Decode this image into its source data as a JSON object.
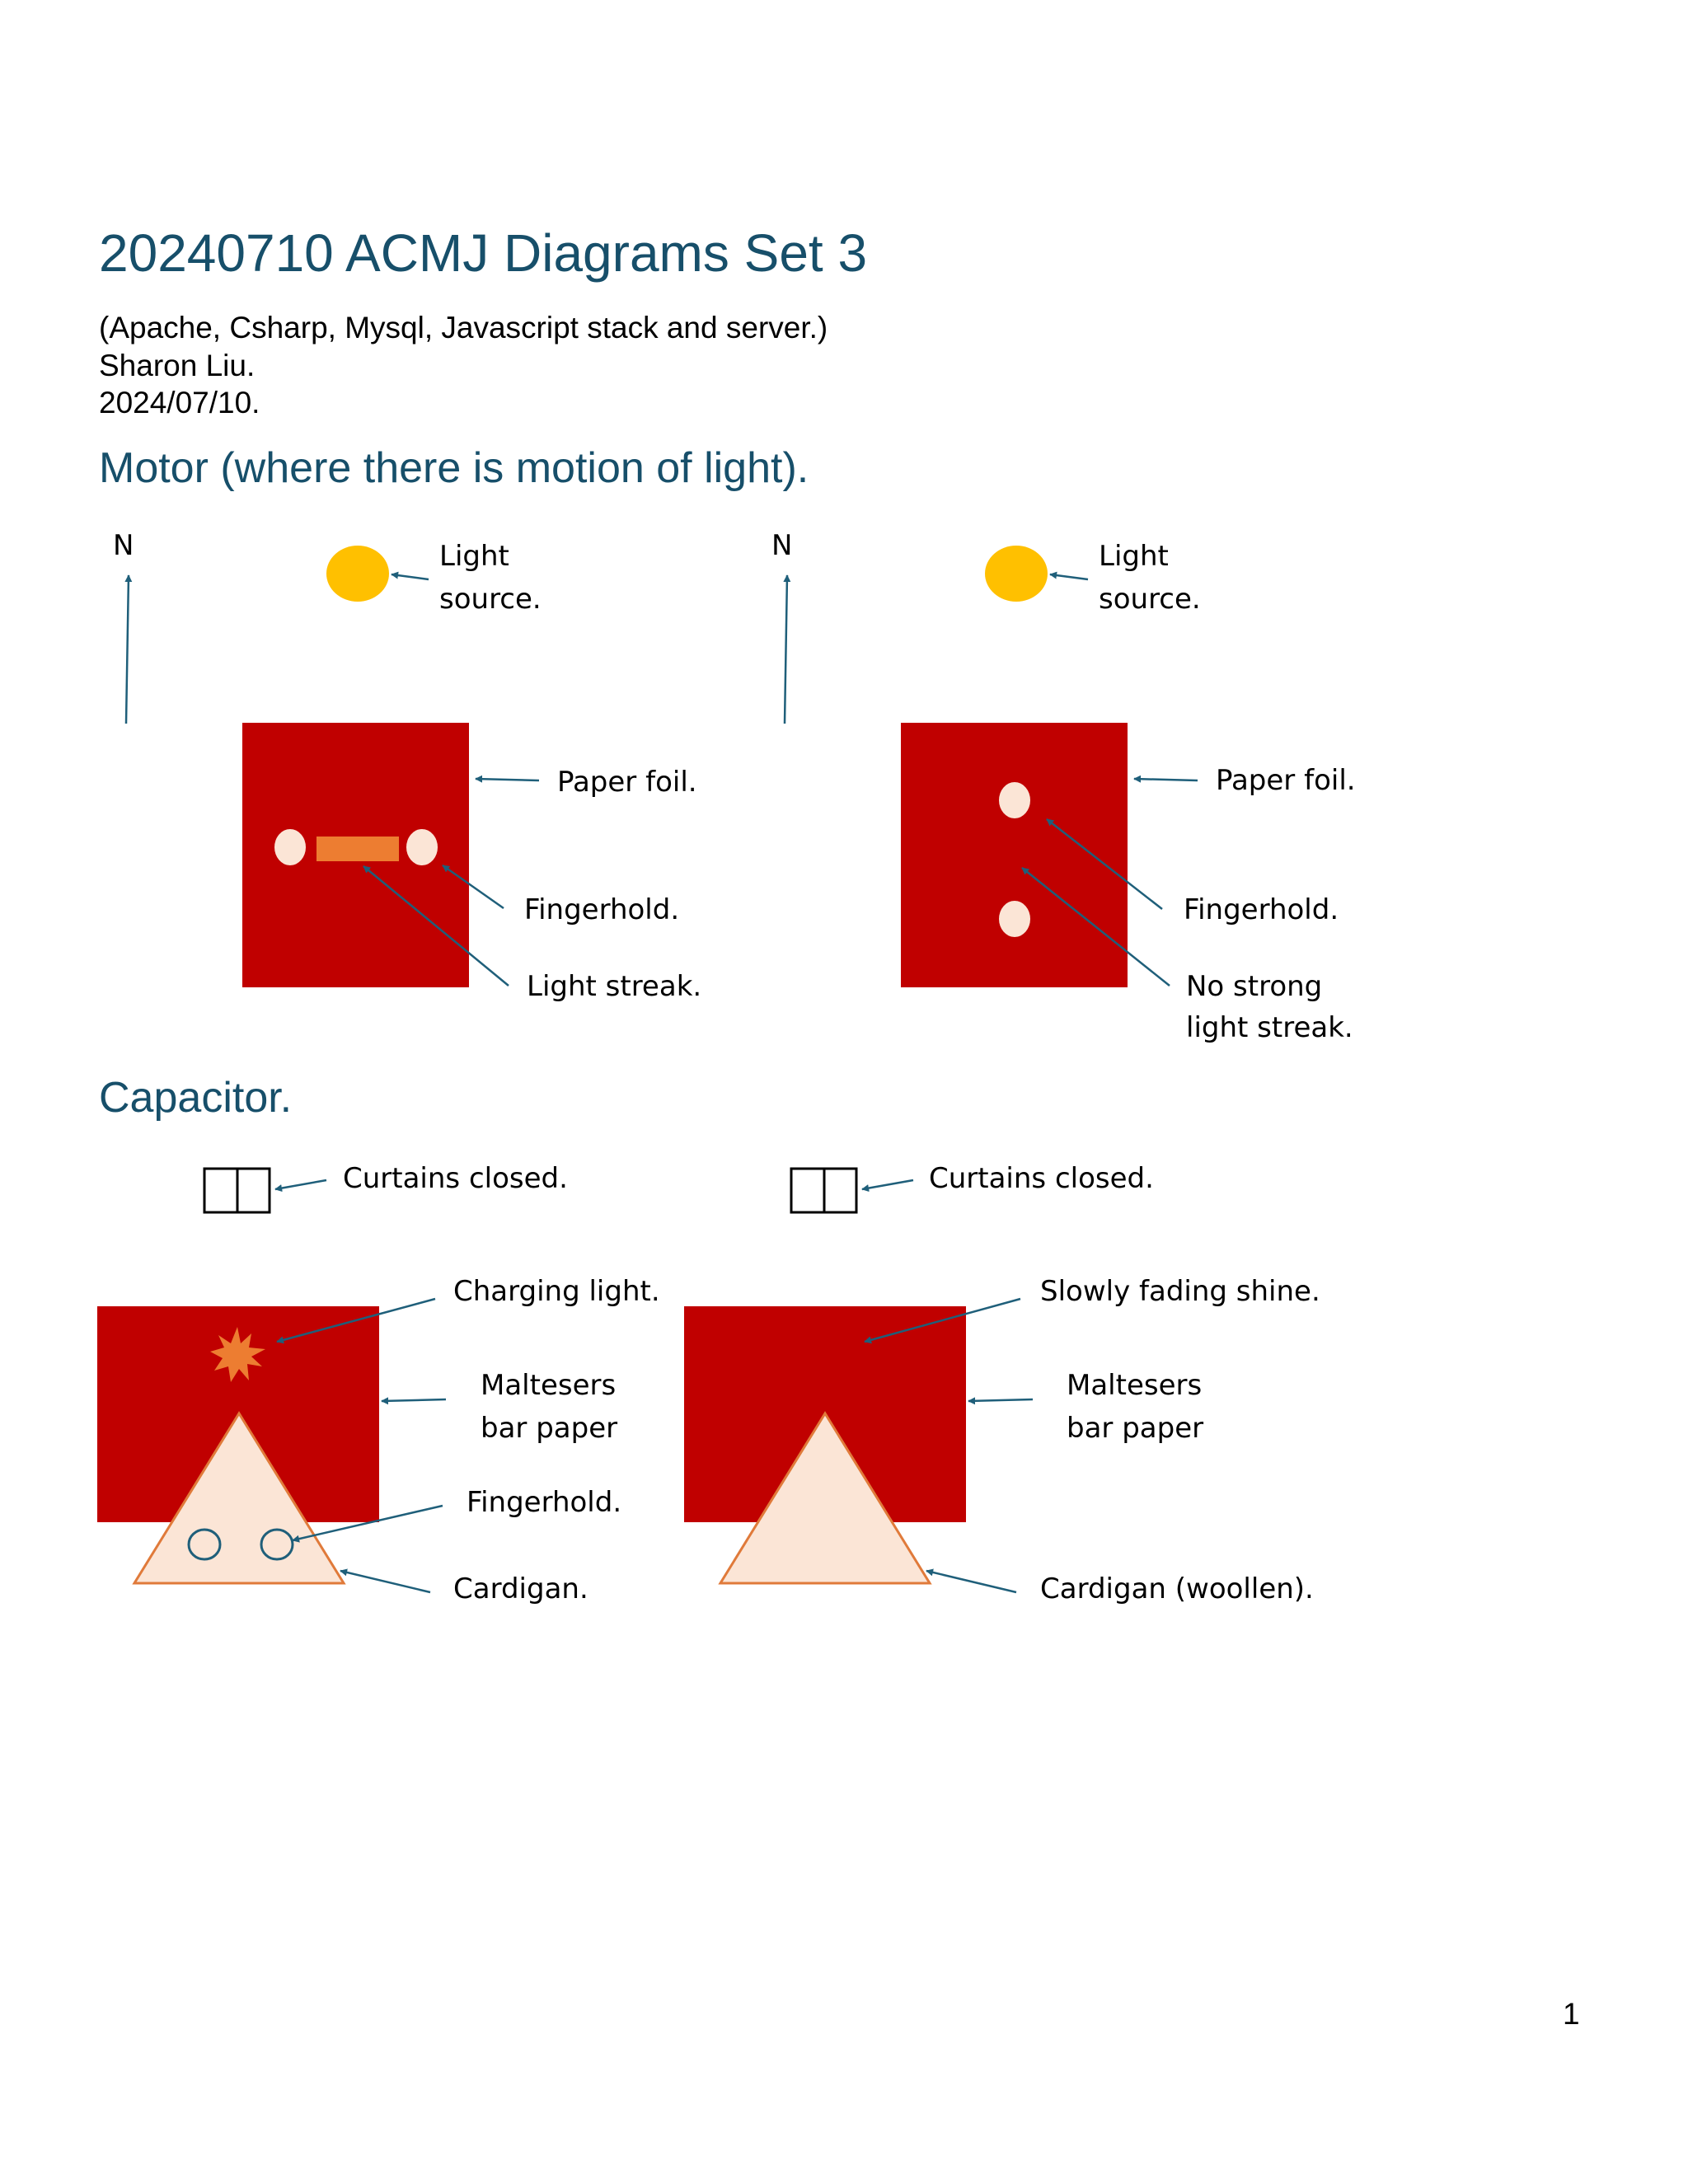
{
  "document": {
    "title": "20240710 ACMJ Diagrams Set 3",
    "subtitle_lines": [
      "(Apache, Csharp, Mysql, Javascript stack and server.)",
      "Sharon Liu.",
      "2024/07/10."
    ],
    "page_number": "1"
  },
  "motor": {
    "heading": "Motor (where there is motion of light).",
    "left": {
      "north": "N",
      "light_source": [
        "Light",
        "source."
      ],
      "paper_foil": "Paper foil.",
      "fingerhold": "Fingerhold.",
      "light_streak": "Light streak."
    },
    "right": {
      "north": "N",
      "light_source": [
        "Light",
        "source."
      ],
      "paper_foil": "Paper foil.",
      "fingerhold": "Fingerhold.",
      "no_streak": [
        "No strong",
        "light streak."
      ]
    }
  },
  "capacitor": {
    "heading": "Capacitor.",
    "left": {
      "curtains": "Curtains closed.",
      "charging": "Charging light.",
      "bar_paper": [
        "Maltesers",
        "bar paper"
      ],
      "fingerhold": "Fingerhold.",
      "cardigan": "Cardigan."
    },
    "right": {
      "curtains": "Curtains closed.",
      "fading": "Slowly fading shine.",
      "bar_paper": [
        "Maltesers",
        "bar paper"
      ],
      "cardigan": "Cardigan (woollen)."
    }
  },
  "colors": {
    "heading": "#174f6a",
    "red_paper": "#c00000",
    "sun": "#ffc000",
    "streak": "#ed7d31",
    "fingerhold": "#fbe5d6",
    "arrow": "#1f5f7a",
    "cardigan_fill": "#fbe5d6",
    "cardigan_stroke": "#e07a3a"
  }
}
